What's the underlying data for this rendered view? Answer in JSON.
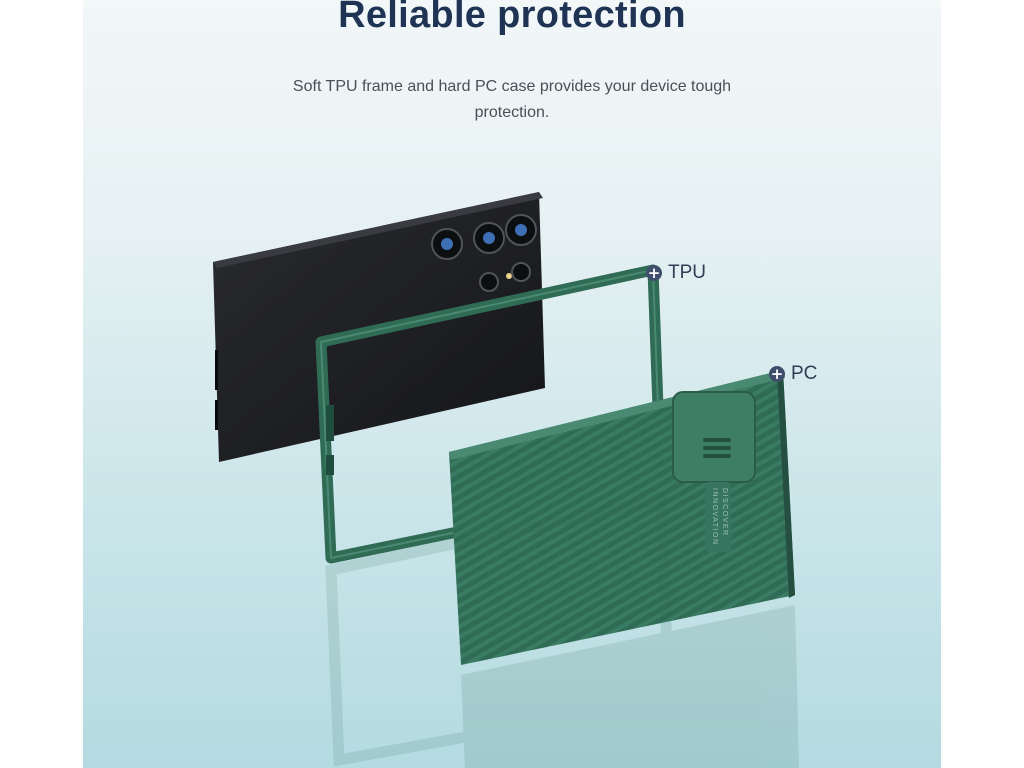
{
  "heading": "Reliable protection",
  "description": "Soft TPU frame and hard PC case provides your device tough protection.",
  "callouts": {
    "tpu": "TPU",
    "pc": "PC"
  },
  "case_print": {
    "line1": "DISCOVER",
    "line2": "INNOVATION"
  },
  "icons": {
    "callout_marker": "plus-circle-icon"
  },
  "colors": {
    "heading": "#1f3454",
    "case_green": "#2f6b55",
    "phone_black": "#1c1d20"
  }
}
